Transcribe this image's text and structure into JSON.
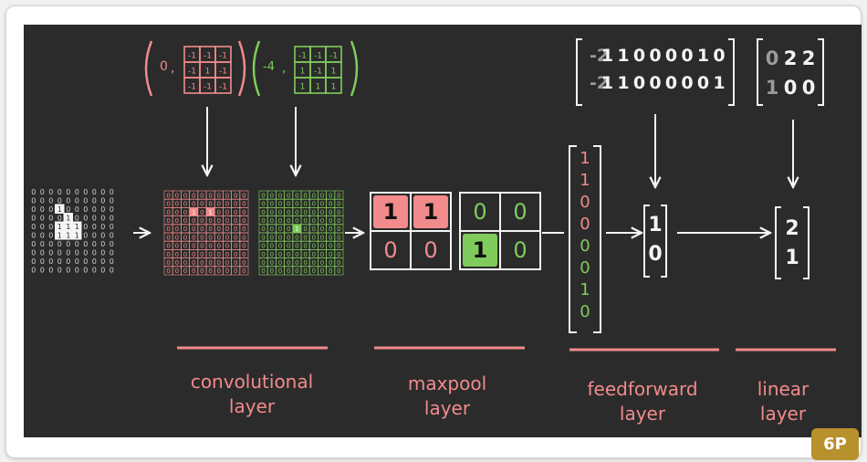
{
  "colors": {
    "board": "#2b2b2b",
    "pink": "#f28b8b",
    "green": "#7fcc5c",
    "white": "#f4f4f4",
    "grey": "#9a9a9a",
    "badge": "#b8902c"
  },
  "input_grid": {
    "values": [
      [
        0,
        0,
        0,
        0,
        0,
        0,
        0,
        0,
        0,
        0
      ],
      [
        0,
        0,
        0,
        0,
        0,
        0,
        0,
        0,
        0,
        0
      ],
      [
        0,
        0,
        0,
        1,
        0,
        0,
        0,
        0,
        0,
        0
      ],
      [
        0,
        0,
        0,
        0,
        1,
        0,
        0,
        0,
        0,
        0
      ],
      [
        0,
        0,
        0,
        1,
        1,
        1,
        0,
        0,
        0,
        0
      ],
      [
        0,
        0,
        0,
        1,
        1,
        1,
        0,
        0,
        0,
        0
      ],
      [
        0,
        0,
        0,
        0,
        0,
        0,
        0,
        0,
        0,
        0
      ],
      [
        0,
        0,
        0,
        0,
        0,
        0,
        0,
        0,
        0,
        0
      ],
      [
        0,
        0,
        0,
        0,
        0,
        0,
        0,
        0,
        0,
        0
      ],
      [
        0,
        0,
        0,
        0,
        0,
        0,
        0,
        0,
        0,
        0
      ]
    ]
  },
  "filters": {
    "pink": {
      "bias": "0",
      "kernel": [
        [
          "-1",
          "-1",
          "-1"
        ],
        [
          "-1",
          "1",
          "-1"
        ],
        [
          "-1",
          "-1",
          "-1"
        ]
      ]
    },
    "green": {
      "bias": "-4",
      "kernel": [
        [
          "-1",
          "-1",
          "-1"
        ],
        [
          "1",
          "-1",
          "1"
        ],
        [
          "1",
          "1",
          "1"
        ]
      ]
    },
    "sep": ","
  },
  "conv_maps": {
    "pink": {
      "highlight": [
        [
          2,
          3
        ],
        [
          2,
          5
        ]
      ]
    },
    "green": {
      "highlight": [
        [
          4,
          4
        ]
      ]
    }
  },
  "maxpool": {
    "pink": [
      [
        "1",
        "1"
      ],
      [
        "0",
        "0"
      ]
    ],
    "green": [
      [
        "0",
        "0"
      ],
      [
        "1",
        "0"
      ]
    ]
  },
  "flat_vector": [
    "1",
    "1",
    "0",
    "0",
    "0",
    "0",
    "1",
    "0"
  ],
  "ff_weights": {
    "rows": [
      [
        "-2",
        "1",
        "1",
        "0",
        "0",
        "0",
        "0",
        "1",
        "0"
      ],
      [
        "-2",
        "1",
        "1",
        "0",
        "0",
        "0",
        "0",
        "0",
        "1"
      ]
    ]
  },
  "ff_output": [
    "1",
    "0"
  ],
  "linear_weights": {
    "rows": [
      [
        "0",
        "2",
        "2"
      ],
      [
        "1",
        "0",
        "0"
      ]
    ]
  },
  "linear_output": [
    "2",
    "1"
  ],
  "labels": {
    "conv": [
      "convolutional",
      "layer"
    ],
    "maxpool": [
      "maxpool",
      "layer"
    ],
    "feedforward": [
      "feedforward",
      "layer"
    ],
    "linear": [
      "linear",
      "layer"
    ]
  },
  "badge": "6P"
}
